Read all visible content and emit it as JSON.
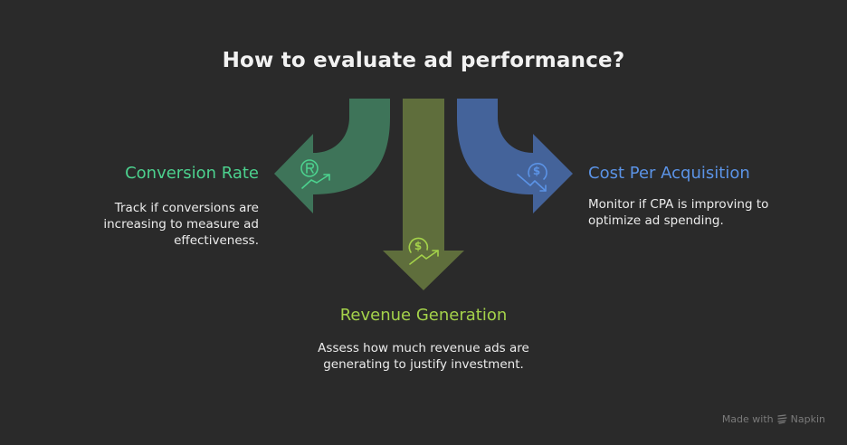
{
  "title": "How to evaluate ad performance?",
  "colors": {
    "background": "#2a2a2a",
    "green_arrow": "#3e7459",
    "olive_arrow": "#5f6e3c",
    "blue_arrow": "#44639a",
    "green_text": "#4cd18e",
    "olive_text": "#a4d24a",
    "blue_text": "#5b93e6"
  },
  "branches": [
    {
      "heading": "Conversion Rate",
      "description": "Track if conversions are increasing to measure ad effectiveness.",
      "icon": "rating-growth-icon",
      "direction": "left"
    },
    {
      "heading": "Revenue Generation",
      "description": "Assess how much revenue ads are generating to justify investment.",
      "icon": "revenue-growth-icon",
      "direction": "down"
    },
    {
      "heading": "Cost Per Acquisition",
      "description": "Monitor if CPA is improving to optimize ad spending.",
      "icon": "cost-decrease-icon",
      "direction": "right"
    }
  ],
  "watermark": {
    "prefix": "Made with",
    "brand": "Napkin"
  }
}
